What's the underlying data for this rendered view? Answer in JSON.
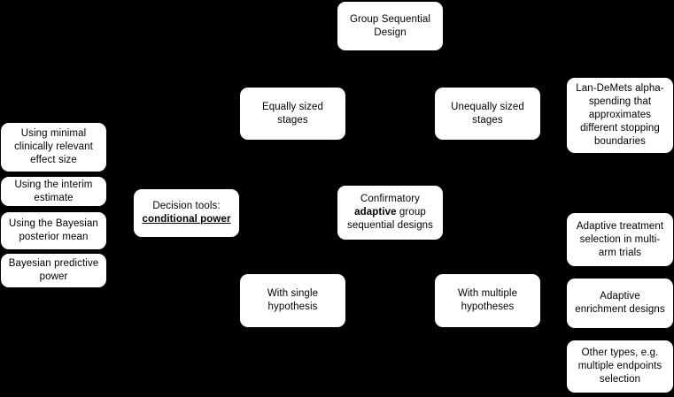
{
  "diagram": {
    "title": "Group Sequential Design",
    "background_color": "#000000",
    "node_fill_color": "#ffffff",
    "node_text_color": "#000000",
    "nodes": {
      "root": {
        "label": "Group Sequential Design"
      },
      "equally_sized_stages": {
        "label": "Equally sized stages"
      },
      "unequally_sized_stages": {
        "label": "Unequally sized stages"
      },
      "lan_demets": {
        "label": "Lan-DeMets alpha-spending that approximates different stopping boundaries"
      },
      "using_minimal_effect_size": {
        "label": "Using minimal clinically relevant effect size"
      },
      "using_interim_estimate": {
        "label": "Using the interim estimate"
      },
      "using_bayesian_posterior_mean": {
        "label": "Using the Bayesian posterior mean"
      },
      "bayesian_predictive_power": {
        "label": "Bayesian predictive power"
      },
      "decision_tools": {
        "label_prefix": "Decision tools:",
        "label_emphasis": "conditional power"
      },
      "confirmatory_adaptive": {
        "label_part1": "Confirmatory",
        "label_bold": "adaptive",
        "label_part2": "group sequential designs"
      },
      "adaptive_treatment_selection": {
        "label": "Adaptive treatment selection in multi-arm trials"
      },
      "adaptive_enrichment_designs": {
        "label": "Adaptive enrichment designs"
      },
      "other_types": {
        "label": "Other types, e.g. multiple endpoints selection"
      },
      "with_single_hypothesis": {
        "label": "With single hypothesis"
      },
      "with_multiple_hypotheses": {
        "label": "With multiple hypotheses"
      }
    }
  }
}
